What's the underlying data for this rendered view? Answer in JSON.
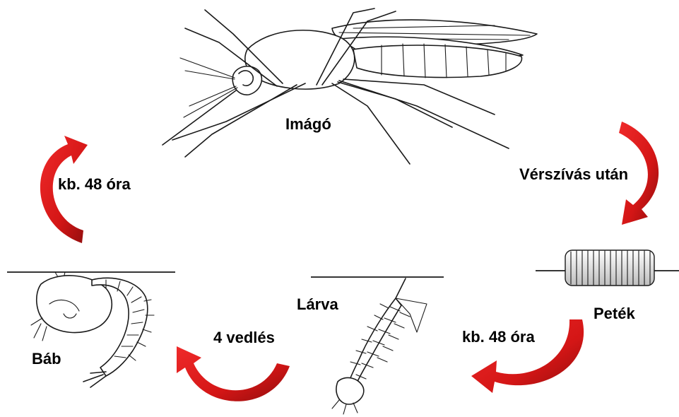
{
  "colors": {
    "arrow": "#d41616",
    "arrow_dark": "#8e0d0d",
    "ink": "#1a1a1a"
  },
  "stages": {
    "adult": "Imágó",
    "eggs": "Peték",
    "larva": "Lárva",
    "pupa": "Báb"
  },
  "transitions": {
    "blood_meal": "Vérszívás után",
    "eggs_to_larva": "kb. 48 óra",
    "larva_to_pupa": "4 vedlés",
    "pupa_to_adult": "kb. 48 óra"
  },
  "icons": [
    "mosquito-adult-drawing",
    "egg-raft-drawing",
    "larva-drawing",
    "pupa-drawing",
    "curved-arrow-icon"
  ]
}
